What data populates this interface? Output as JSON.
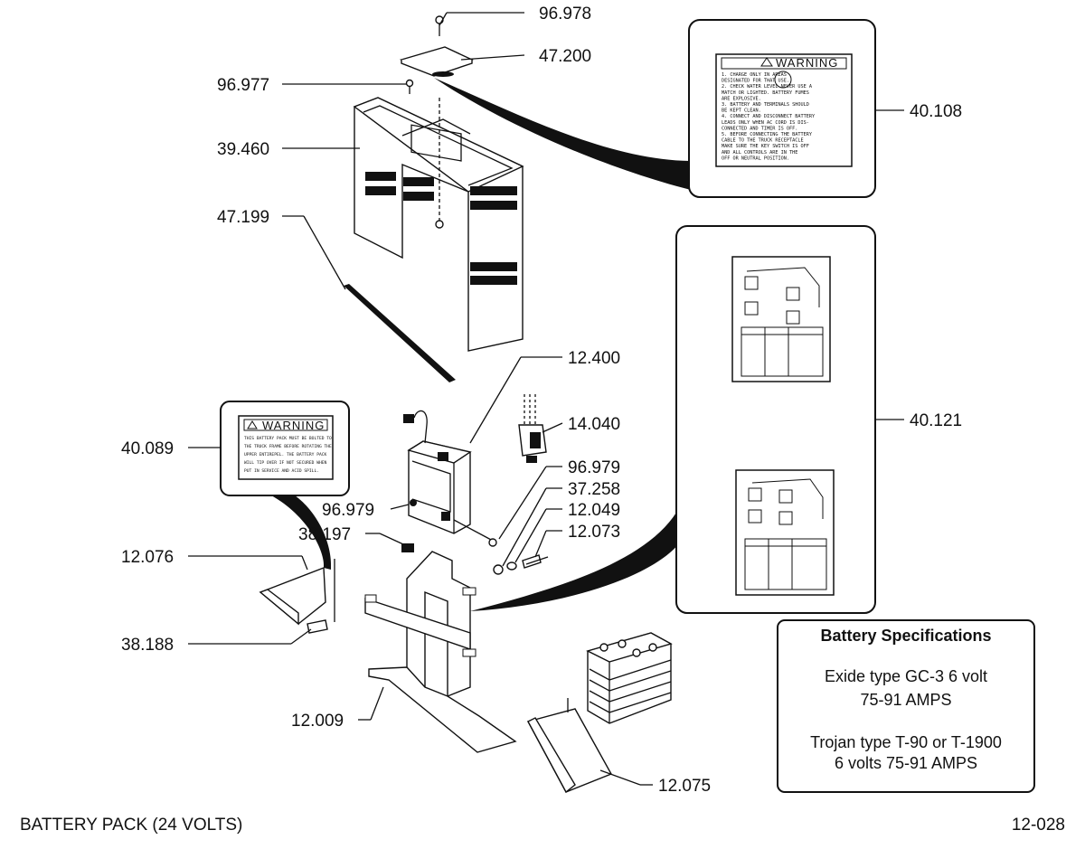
{
  "title": "BATTERY PACK (24 VOLTS)",
  "page_number": "12-028",
  "callouts": [
    "96.978",
    "47.200",
    "96.977",
    "39.460",
    "47.199",
    "40.108",
    "40.121",
    "12.400",
    "14.040",
    "40.089",
    "96.979",
    "37.258",
    "96.979",
    "12.049",
    "38.197",
    "12.073",
    "12.076",
    "38.188",
    "12.009",
    "12.075"
  ],
  "warning_decal_top": {
    "title": "WARNING",
    "lines": [
      "1. CHARGE ONLY IN AREAS",
      "DESIGNATED FOR THAT USE.",
      "2. CHECK WATER LEVEL NEVER USE A",
      "MATCH OR LIGHTED. BATTERY FUMES",
      "ARE EXPLOSIVE.",
      "3. BATTERY AND TERMINALS SHOULD",
      "BE KEPT CLEAN.",
      "4. CONNECT AND DISCONNECT BATTERY",
      "LEADS ONLY WHEN AC CORD IS DIS-",
      "CONNECTED AND TIMER IS OFF.",
      "5. BEFORE CONNECTING THE BATTERY",
      "CABLE TO THE TRUCK RECEPTACLE",
      "MAKE SURE THE KEY SWITCH IS OFF",
      "AND ALL CONTROLS ARE IN THE",
      "OFF OR NEUTRAL POSITION."
    ]
  },
  "warning_decal_left": {
    "title": "WARNING",
    "lines": [
      "THIS BATTERY PACK MUST BE BOLTED TO",
      "THE TRUCK FRAME BEFORE ROTATING THE",
      "UPPER ENTIREPEL. THE BATTERY PACK",
      "WILL TIP OVER IF NOT SECURED WHEN",
      "PUT IN SERVICE AND ACID SPILL."
    ]
  },
  "specs": {
    "title": "Battery Specifications",
    "line1": "Exide type GC-3 6 volt",
    "line2": "75-91 AMPS",
    "line3": "Trojan type T-90 or T-1900",
    "line4": "6 volts 75-91 AMPS"
  }
}
